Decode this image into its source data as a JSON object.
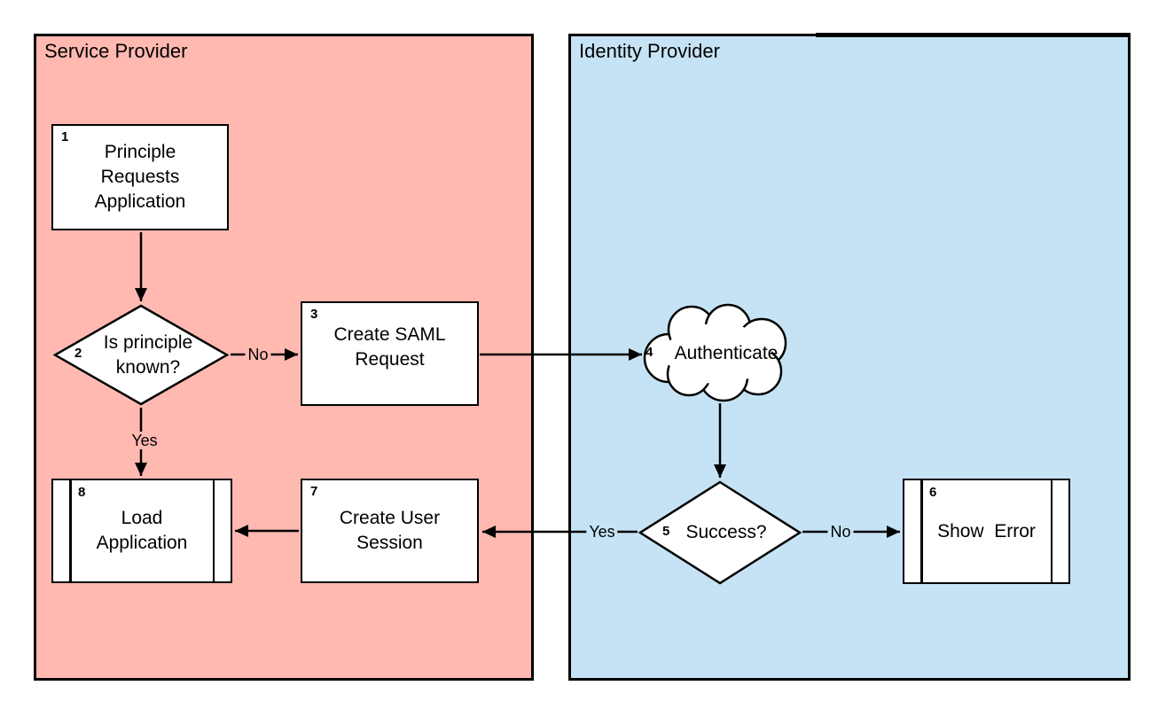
{
  "lanes": {
    "service": {
      "label": "Service Provider",
      "color": "#ffb9b1"
    },
    "identity": {
      "label": "Identity Provider",
      "color": "#c5e3f4"
    }
  },
  "nodes": {
    "n1": {
      "number": "1",
      "label": "Principle Requests Application",
      "type": "process"
    },
    "n2": {
      "number": "2",
      "label": "Is principle known?",
      "type": "decision"
    },
    "n3": {
      "number": "3",
      "label": "Create SAML Request",
      "type": "process"
    },
    "n4": {
      "number": "4",
      "label": "Authenticate",
      "type": "cloud"
    },
    "n5": {
      "number": "5",
      "label": "Success?",
      "type": "decision"
    },
    "n6": {
      "number": "6",
      "label": "Show  Error",
      "type": "predefined-process"
    },
    "n7": {
      "number": "7",
      "label": "Create User Session",
      "type": "process"
    },
    "n8": {
      "number": "8",
      "label": "Load Application",
      "type": "predefined-process"
    }
  },
  "edge_labels": {
    "principle_no": "No",
    "principle_yes": "Yes",
    "success_yes": "Yes",
    "success_no": "No"
  },
  "colors": {
    "service_lane": "#ffb9b1",
    "identity_lane": "#c5e3f4",
    "shape_fill": "#ffffff",
    "line": "#000000"
  }
}
